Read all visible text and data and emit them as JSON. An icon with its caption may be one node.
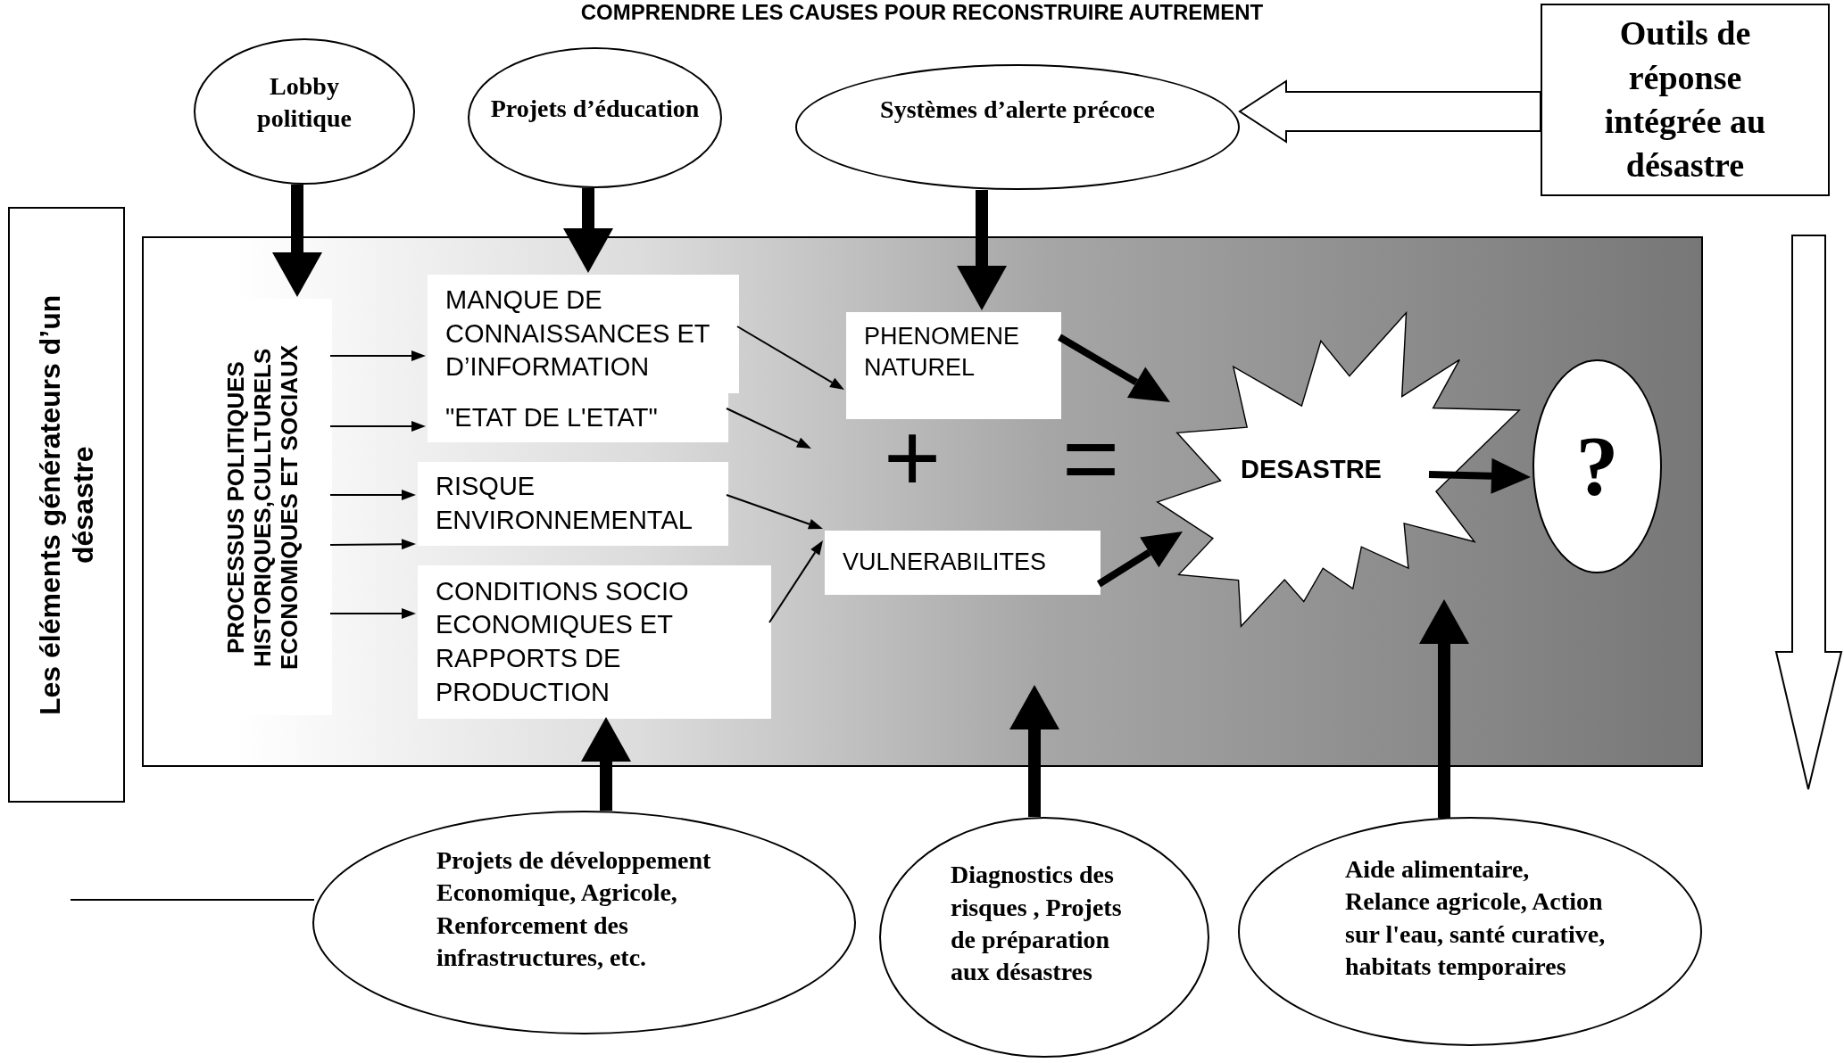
{
  "diagram": {
    "title": "COMPRENDRE LES CAUSES POUR RECONSTRUIRE AUTREMENT",
    "nodes": [
      {
        "text": [
          "Lobby politique"
        ]
      },
      {
        "text": [
          "Projets d’éducation"
        ]
      },
      {
        "text": [
          "Systèmes d’alerte précoce"
        ]
      },
      {
        "text": [
          "Outils de réponse intégrée au désastre"
        ]
      },
      {
        "text": [
          "Les éléments générateurs d’un désastre"
        ]
      },
      {
        "text": [],
        "shape": "box"
      },
      {
        "text": [
          "PROCESSUS POLITIQUES HISTORIQUES,CULLTURELS ECONOMIQUES ET SOCIAUX"
        ],
        "in": 5
      },
      {
        "text": [
          "MANQUE DE CONNAISSANCES ET D’INFORMATION"
        ],
        "in": 5
      },
      {
        "text": [
          "\"ETAT DE L'ETAT\""
        ],
        "in": 5
      },
      {
        "text": [
          "RISQUE ENVIRONNEMENTAL"
        ],
        "in": 5
      },
      {
        "text": [
          "CONDITIONS SOCIO ECONOMIQUES ET RAPPORTS DE PRODUCTION"
        ],
        "in": 5
      },
      {
        "text": [
          "PHENOMENE NATUREL"
        ],
        "in": 5
      },
      {
        "text": [
          "VULNERABILITES"
        ],
        "in": 5
      },
      {
        "text": [
          "DESASTRE"
        ],
        "in": 5
      },
      {
        "text": [
          "?"
        ],
        "in": 5
      },
      {
        "text": [
          "Projets de développement Economique, Agricole, Renforcement des infrastructures, etc."
        ]
      },
      {
        "text": [
          "Diagnostics des risques , Projets de préparation aux désastres"
        ]
      },
      {
        "text": [
          "Aide alimentaire, Relance agricole, Action sur l'eau, santé curative, habitats temporaires"
        ]
      }
    ],
    "edges": [
      {
        "from": 0,
        "to": 6,
        "arrow": "to",
        "style": "thick"
      },
      {
        "from": 1,
        "to": 7,
        "arrow": "to",
        "style": "thick"
      },
      {
        "from": 2,
        "to": 11,
        "arrow": "to",
        "style": "thick"
      },
      {
        "from": 3,
        "to": 2,
        "arrow": "to",
        "style": "thick"
      },
      {
        "from": 15,
        "to": 10,
        "arrow": "to",
        "style": "thick"
      },
      {
        "from": 16,
        "to": 5,
        "arrow": "to",
        "style": "thick"
      },
      {
        "from": 17,
        "to": 13,
        "arrow": "to",
        "style": "thick"
      },
      {
        "from": 11,
        "to": 13,
        "arrow": "to",
        "style": "thick"
      },
      {
        "from": 12,
        "to": 13,
        "arrow": "to",
        "style": "thick"
      },
      {
        "from": 13,
        "to": 14,
        "arrow": "to",
        "style": "thick"
      },
      {
        "from": 6,
        "to": 7,
        "arrow": "to"
      },
      {
        "from": 6,
        "to": 8,
        "arrow": "to"
      },
      {
        "from": 6,
        "to": 9,
        "arrow": "to"
      },
      {
        "from": 6,
        "to": 9,
        "arrow": "to"
      },
      {
        "from": 6,
        "to": 10,
        "arrow": "to"
      },
      {
        "from": 7,
        "to": 11,
        "arrow": "to"
      },
      {
        "from": 8,
        "to": null,
        "arrow": "to"
      },
      {
        "from": 9,
        "to": 12,
        "arrow": "to"
      },
      {
        "from": 10,
        "to": 12,
        "arrow": "to"
      },
      {
        "from": null,
        "to": 15,
        "arrow": "none"
      }
    ],
    "labels": [
      "+",
      "="
    ]
  }
}
